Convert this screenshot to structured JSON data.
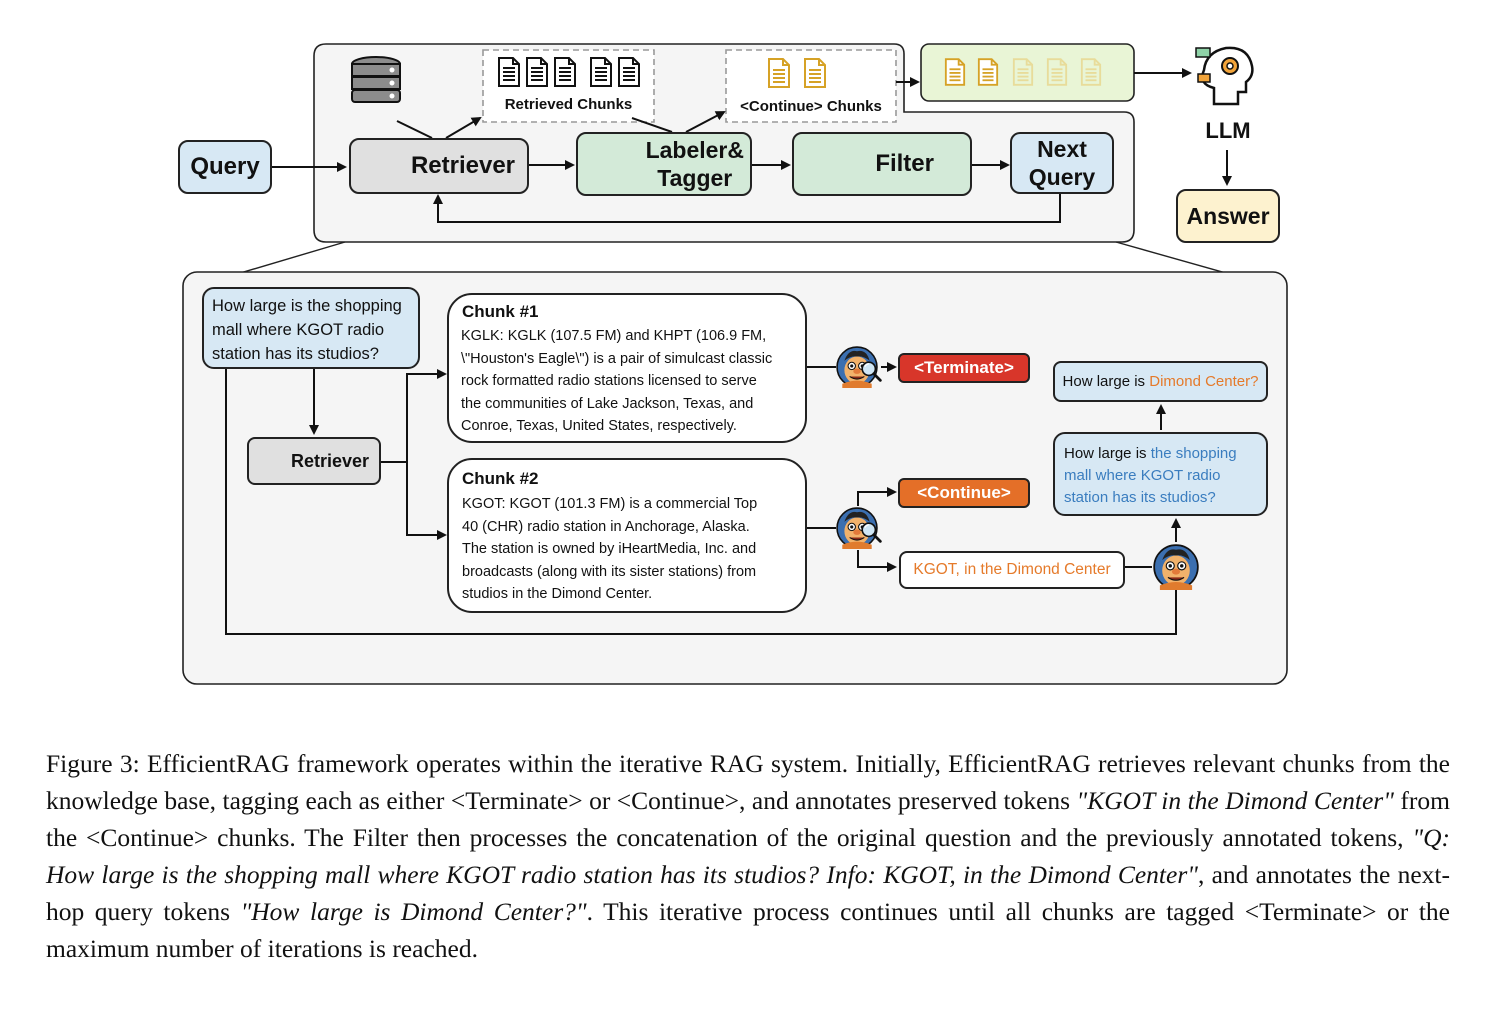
{
  "top": {
    "query": "Query",
    "retriever": "Retriever",
    "labeler_tagger_line1": "Labeler&",
    "labeler_tagger_line2": "Tagger",
    "filter": "Filter",
    "next_query_line1": "Next",
    "next_query_line2": "Query",
    "retrieved_chunks": "Retrieved Chunks",
    "continue_chunks": "<Continue> Chunks",
    "llm": "LLM",
    "answer": "Answer"
  },
  "bottom": {
    "question_line1": "How large is the shopping",
    "question_line2": "mall where KGOT radio",
    "question_line3": "station has its studios?",
    "retriever": "Retriever",
    "chunk1_title": "Chunk #1",
    "chunk1_lines": [
      "KGLK: KGLK (107.5 FM) and KHPT (106.9 FM,",
      "\\\"Houston's Eagle\\\") is a pair of simulcast classic",
      "rock formatted radio stations licensed to serve",
      "the communities of Lake Jackson, Texas, and",
      "Conroe, Texas, United States, respectively."
    ],
    "chunk2_title": "Chunk #2",
    "chunk2_lines": [
      "KGOT: KGOT (101.3 FM) is a commercial Top",
      "40 (CHR) radio station in Anchorage, Alaska.",
      "The station is owned by iHeartMedia, Inc. and",
      "broadcasts (along with its sister stations) from",
      "studios in the Dimond Center."
    ],
    "terminate_tag": "<Terminate>",
    "continue_tag": "<Continue>",
    "annotated_tokens": "KGOT, in the Dimond Center",
    "next_hop_prefix": "How large is ",
    "next_hop_highlight": "Dimond Center?",
    "filter_q_prefix": "How large is ",
    "filter_q_highlight_line1": "the shopping",
    "filter_q_line2": "mall where KGOT radio",
    "filter_q_line3": "station has its studios?"
  },
  "caption": {
    "p1": "Figure 3: EfficientRAG framework operates within the iterative RAG system. Initially, EfficientRAG retrieves relevant chunks from the knowledge base, tagging each as either <Terminate> or <Continue>, and annotates preserved tokens ",
    "i1": "\"KGOT in the Dimond Center\"",
    "p2": " from the <Continue> chunks. The Filter then processes the concatenation of the original question and the previously annotated tokens, ",
    "i2": "\"Q: How large is the shopping mall where KGOT radio station has its studios? Info: KGOT, in the Dimond Center\"",
    "p3": ", and annotates the next-hop query tokens ",
    "i3": "\"How large is Dimond Center?\"",
    "p4": ". This iterative process continues until all chunks are tagged <Terminate> or the maximum number of iterations is reached."
  },
  "colors": {
    "query_fill": "#d7e8f4",
    "retriever_fill": "#e0e0e0",
    "green_fill": "#d3ead8",
    "answer_fill": "#fdf2cf",
    "panel_fill": "#f5f5f5",
    "terminate": "#d8362a",
    "continue": "#e46f28",
    "orange_text": "#e57a2a",
    "blue_text": "#3a7dbf",
    "doc_gold": "#d6a226"
  }
}
